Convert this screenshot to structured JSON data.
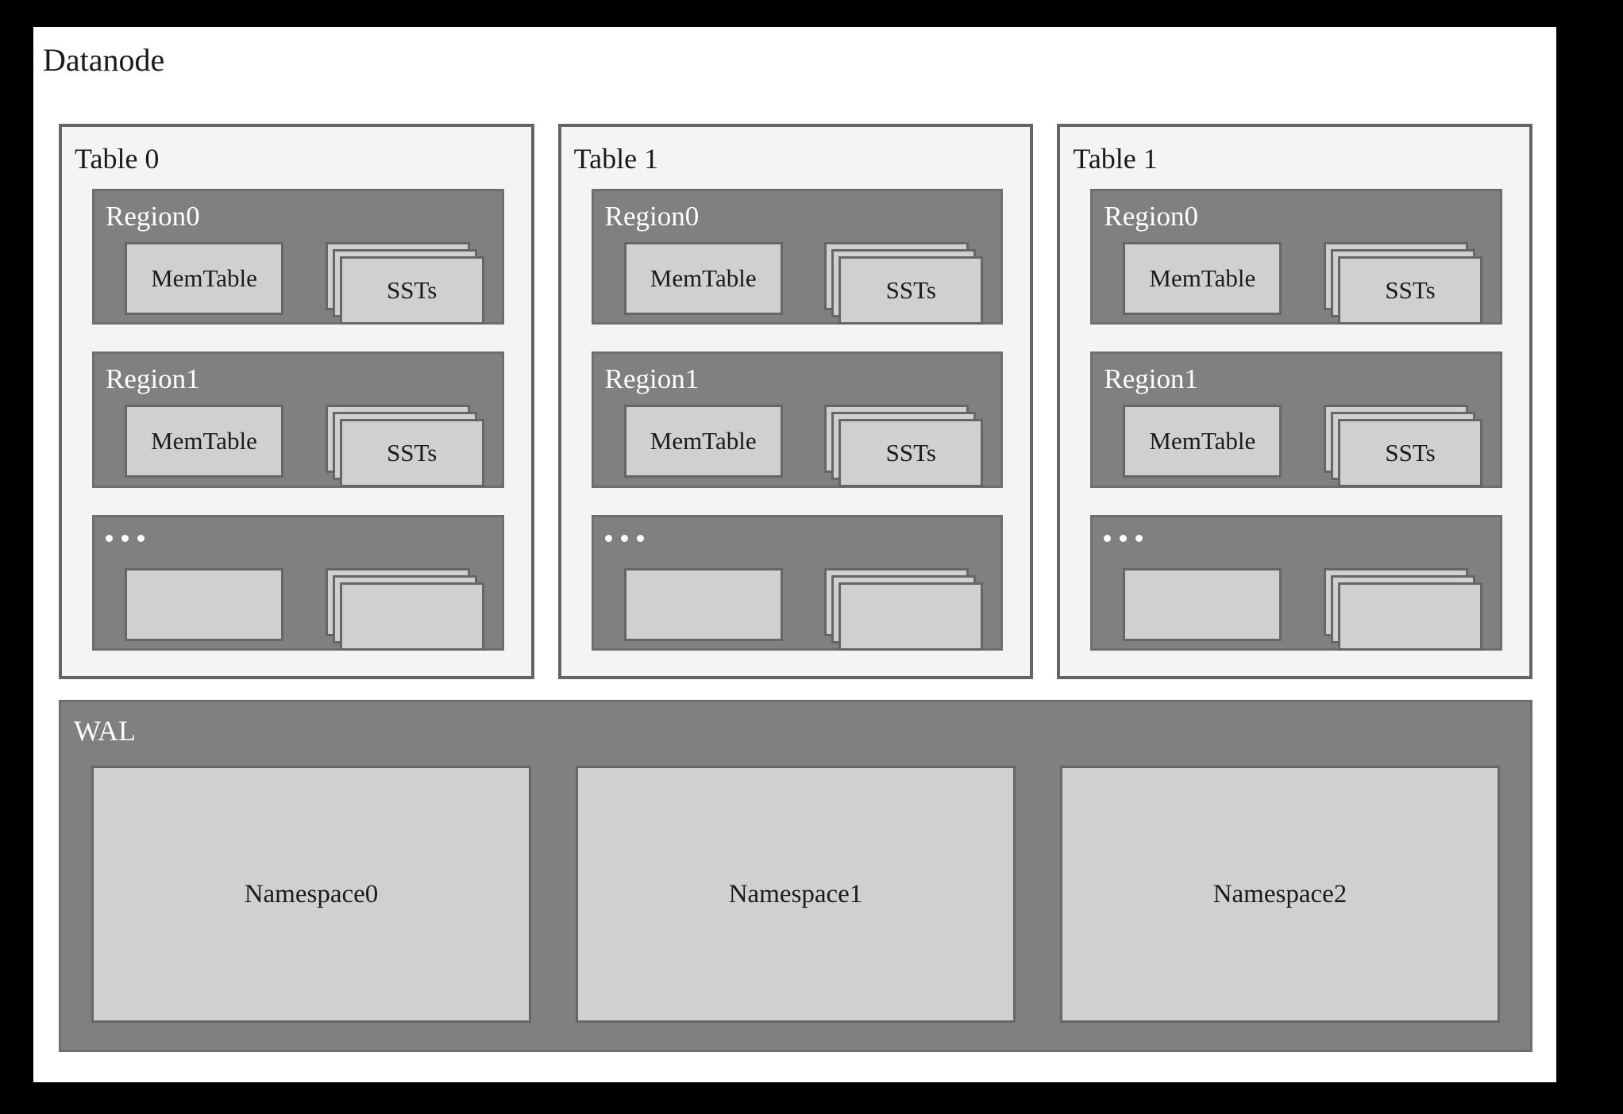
{
  "diagram": {
    "title": "Datanode",
    "wal": {
      "label": "WAL",
      "namespaces": [
        {
          "label": "Namespace0"
        },
        {
          "label": "Namespace1"
        },
        {
          "label": "Namespace2"
        }
      ]
    },
    "tables": [
      {
        "label": "Table 0",
        "regions": [
          {
            "label": "Region0",
            "is_ellipsis": false,
            "memtable_label": "MemTable",
            "sst_label": "SSTs",
            "sst_count": 3
          },
          {
            "label": "Region1",
            "is_ellipsis": false,
            "memtable_label": "MemTable",
            "sst_label": "SSTs",
            "sst_count": 3
          },
          {
            "label": "...",
            "is_ellipsis": true,
            "memtable_label": "",
            "sst_label": "",
            "sst_count": 3
          }
        ]
      },
      {
        "label": "Table 1",
        "regions": [
          {
            "label": "Region0",
            "is_ellipsis": false,
            "memtable_label": "MemTable",
            "sst_label": "SSTs",
            "sst_count": 3
          },
          {
            "label": "Region1",
            "is_ellipsis": false,
            "memtable_label": "MemTable",
            "sst_label": "SSTs",
            "sst_count": 3
          },
          {
            "label": "...",
            "is_ellipsis": true,
            "memtable_label": "",
            "sst_label": "",
            "sst_count": 3
          }
        ]
      },
      {
        "label": "Table 1",
        "regions": [
          {
            "label": "Region0",
            "is_ellipsis": false,
            "memtable_label": "MemTable",
            "sst_label": "SSTs",
            "sst_count": 3
          },
          {
            "label": "Region1",
            "is_ellipsis": false,
            "memtable_label": "MemTable",
            "sst_label": "SSTs",
            "sst_count": 3
          },
          {
            "label": "...",
            "is_ellipsis": true,
            "memtable_label": "",
            "sst_label": "",
            "sst_count": 3
          }
        ]
      }
    ]
  },
  "colors": {
    "frame": "#000000",
    "panel_bg": "#ffffff",
    "table_bg": "#f4f4f4",
    "table_border": "#656565",
    "region_bg": "#808080",
    "region_border": "#6e6e6e",
    "box_bg": "#d0d0d0",
    "box_border": "#666666",
    "dark_text": "#1a1a1a",
    "light_text": "#ffffff"
  }
}
